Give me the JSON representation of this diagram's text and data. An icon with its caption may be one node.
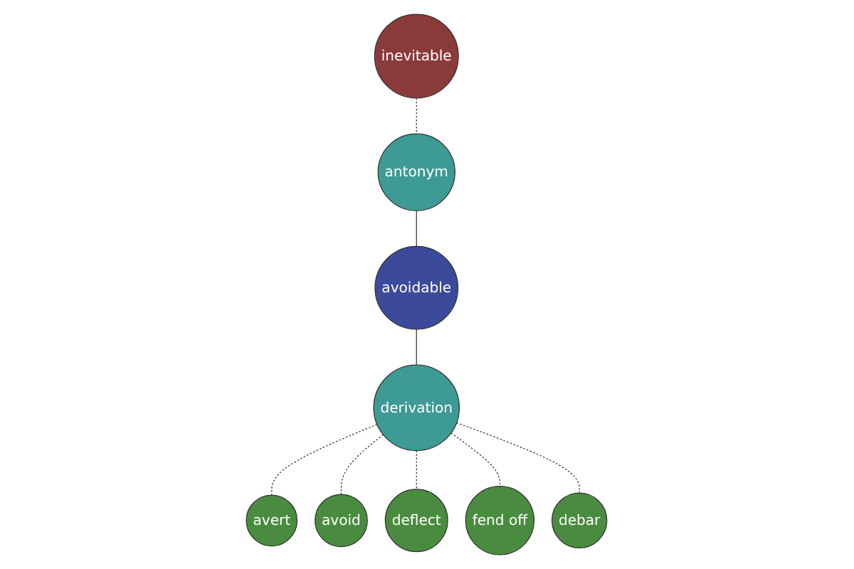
{
  "diagram": {
    "nodes": [
      {
        "text": [
          "inevitable"
        ]
      },
      {
        "text": [
          "antonym"
        ]
      },
      {
        "text": [
          "avoidable"
        ]
      },
      {
        "text": [
          "derivation"
        ]
      },
      {
        "text": [
          "avert"
        ]
      },
      {
        "text": [
          "avoid"
        ]
      },
      {
        "text": [
          "deflect"
        ]
      },
      {
        "text": [
          "fend off"
        ]
      },
      {
        "text": [
          "debar"
        ]
      }
    ],
    "edges": [
      {
        "from": 0,
        "to": 1,
        "arrow": "none",
        "style": "dashed"
      },
      {
        "from": 1,
        "to": 2,
        "arrow": "none"
      },
      {
        "from": 2,
        "to": 3,
        "arrow": "none"
      },
      {
        "from": 3,
        "to": 4,
        "arrow": "none",
        "style": "dashed"
      },
      {
        "from": 3,
        "to": 5,
        "arrow": "none",
        "style": "dashed"
      },
      {
        "from": 3,
        "to": 6,
        "arrow": "none",
        "style": "dashed"
      },
      {
        "from": 3,
        "to": 7,
        "arrow": "none",
        "style": "dashed"
      },
      {
        "from": 3,
        "to": 8,
        "arrow": "none",
        "style": "dashed"
      }
    ]
  }
}
